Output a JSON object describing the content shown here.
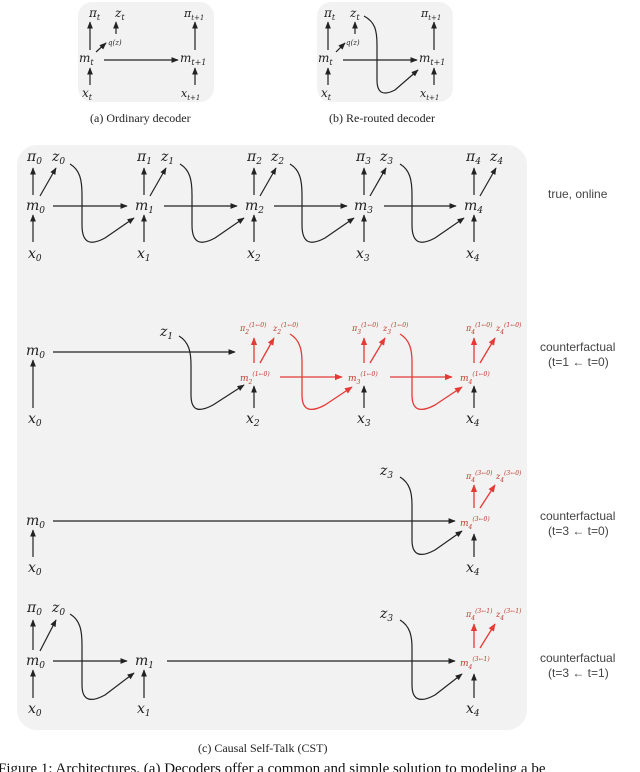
{
  "panel_a": {
    "caption": "(a)  Ordinary decoder",
    "nodes": {
      "pi_t": "π",
      "pi_t_sub": "t",
      "z_t": "z",
      "z_t_sub": "t",
      "pi_t1": "π",
      "pi_t1_sub": "t+1",
      "m_t": "m",
      "m_t_sub": "t",
      "m_t1": "m",
      "m_t1_sub": "t+1",
      "x_t": "x",
      "x_t_sub": "t",
      "x_t1": "x",
      "x_t1_sub": "t+1",
      "q": "q(z)"
    }
  },
  "panel_b": {
    "caption": "(b)  Re-routed decoder",
    "nodes": {
      "pi_t": "π",
      "pi_t_sub": "t",
      "z_t": "z",
      "z_t_sub": "t",
      "pi_t1": "π",
      "pi_t1_sub": "t+1",
      "m_t": "m",
      "m_t_sub": "t",
      "m_t1": "m",
      "m_t1_sub": "t+1",
      "x_t": "x",
      "x_t_sub": "t",
      "x_t1": "x",
      "x_t1_sub": "t+1",
      "q": "q(z)"
    }
  },
  "panel_c": {
    "caption": "(c)  Causal Self-Talk (CST)",
    "rows": [
      {
        "label_line1": "true, online",
        "label_line2": ""
      },
      {
        "label_line1": "counterfactual",
        "label_line2": "(t=1 ← t=0)"
      },
      {
        "label_line1": "counterfactual",
        "label_line2": "(t=3 ← t=0)"
      },
      {
        "label_line1": "counterfactual",
        "label_line2": "(t=3 ← t=1)"
      }
    ],
    "sym": {
      "pi": "π",
      "z": "z",
      "m": "m",
      "x": "x"
    },
    "idx": [
      "0",
      "1",
      "2",
      "3",
      "4"
    ],
    "sup": {
      "r1": "(1←0)",
      "r2": "(3←0)",
      "r3": "(3←1)"
    }
  },
  "figure_caption": "Figure 1: Architectures. (a) Decoders offer a common and simple solution to modeling a be"
}
